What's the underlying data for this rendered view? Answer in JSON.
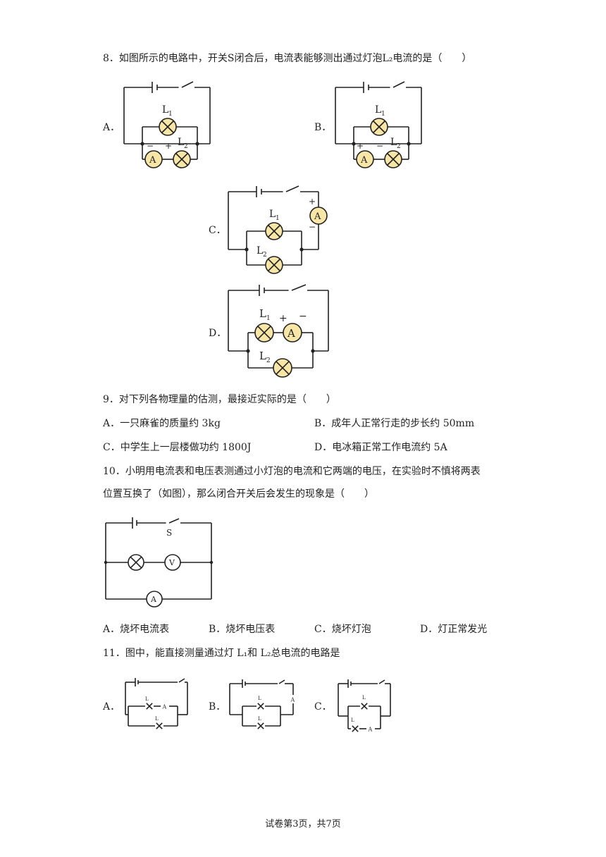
{
  "q8": {
    "stem": "8．如图所示的电路中，开关S闭合后，电流表能够测出通过灯泡L₂电流的是（　　）",
    "options": {
      "A": "A．",
      "B": "B．",
      "C": "C．",
      "D": "D．"
    }
  },
  "circuit_labels": {
    "l1": "L",
    "l2": "L",
    "sub1": "1",
    "sub2": "2",
    "ammeter": "A",
    "voltmeter": "V",
    "switch": "S",
    "plus": "+",
    "minus": "−"
  },
  "q9": {
    "stem": "9．对下列各物理量的估测，最接近实际的是（　　）",
    "a": "A．一只麻雀的质量约 3kg",
    "b": "B．成年人正常行走的步长约 50mm",
    "c": "C．中学生上一层楼做功约 1800J",
    "d": "D．电冰箱正常工作电流约 5A"
  },
  "q10": {
    "stem_line1": "10．小明用电流表和电压表测通过小灯泡的电流和它两端的电压，在实验时不慎将两表",
    "stem_line2": "位置互换了（如图），那么闭合开关后会发生的现象是（　　）",
    "a": "A．烧坏电流表",
    "b": "B．烧坏电压表",
    "c": "C．烧坏灯泡",
    "d": "D．灯正常发光"
  },
  "q11": {
    "stem": "11．图中，能直接测量通过灯 L₁和 L₂总电流的电路是",
    "options": {
      "A": "A．",
      "B": "B．",
      "C": "C．"
    }
  },
  "footer": "试卷第3页，共7页"
}
